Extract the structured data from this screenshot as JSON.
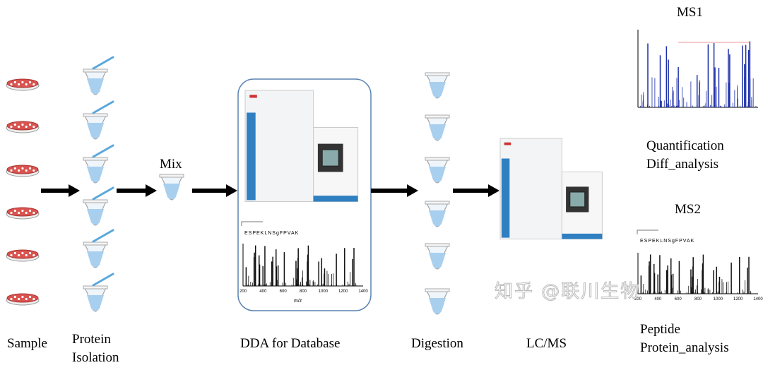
{
  "labels": {
    "sample": "Sample",
    "protein_isolation_1": "Protein",
    "protein_isolation_2": "Isolation",
    "mix": "Mix",
    "dda": "DDA for Database",
    "digestion": "Digestion",
    "lcms": "LC/MS",
    "ms1": "MS1",
    "quantification": "Quantification",
    "diff_analysis": "Diff_analysis",
    "ms2": "MS2",
    "peptide": "Peptide",
    "protein_analysis": "Protein_analysis"
  },
  "spectrum": {
    "sequence": "ESPEKLNSgFPVAK",
    "xlabel": "m/z",
    "ticks": [
      "200",
      "400",
      "600",
      "800",
      "1000",
      "1200",
      "1400"
    ]
  },
  "watermark": "知乎 @联川生物",
  "colors": {
    "dish": "#d9534f",
    "tube_liquid": "#a9cfee",
    "instrument_blue": "#2f7fc1",
    "arrow": "#000000",
    "box": "#5b84b1",
    "ms1_peaks": "#1c2fa8",
    "ms1_annot": "#e03030"
  }
}
